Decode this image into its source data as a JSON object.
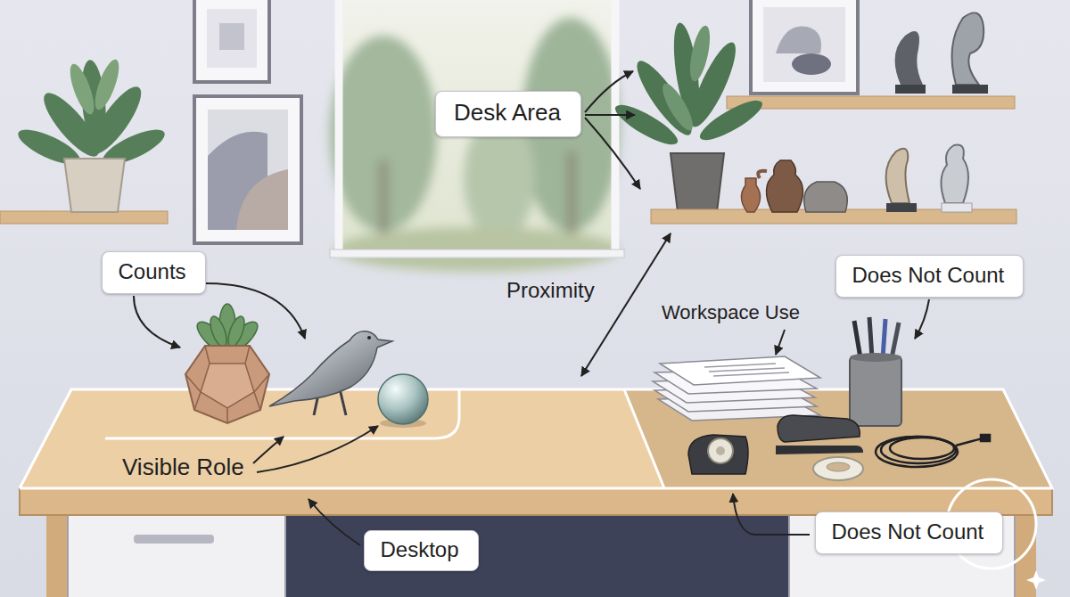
{
  "diagram": {
    "nodes": [
      {
        "text": [
          "Desk Area"
        ]
      },
      {
        "text": [
          "Counts"
        ]
      },
      {
        "text": [
          "Does Not Count"
        ]
      },
      {
        "text": [
          "Desktop"
        ]
      },
      {
        "text": [
          "Does Not Count"
        ]
      }
    ],
    "labels": [
      "Proximity",
      "Workspace Use",
      "Visible Role"
    ]
  }
}
